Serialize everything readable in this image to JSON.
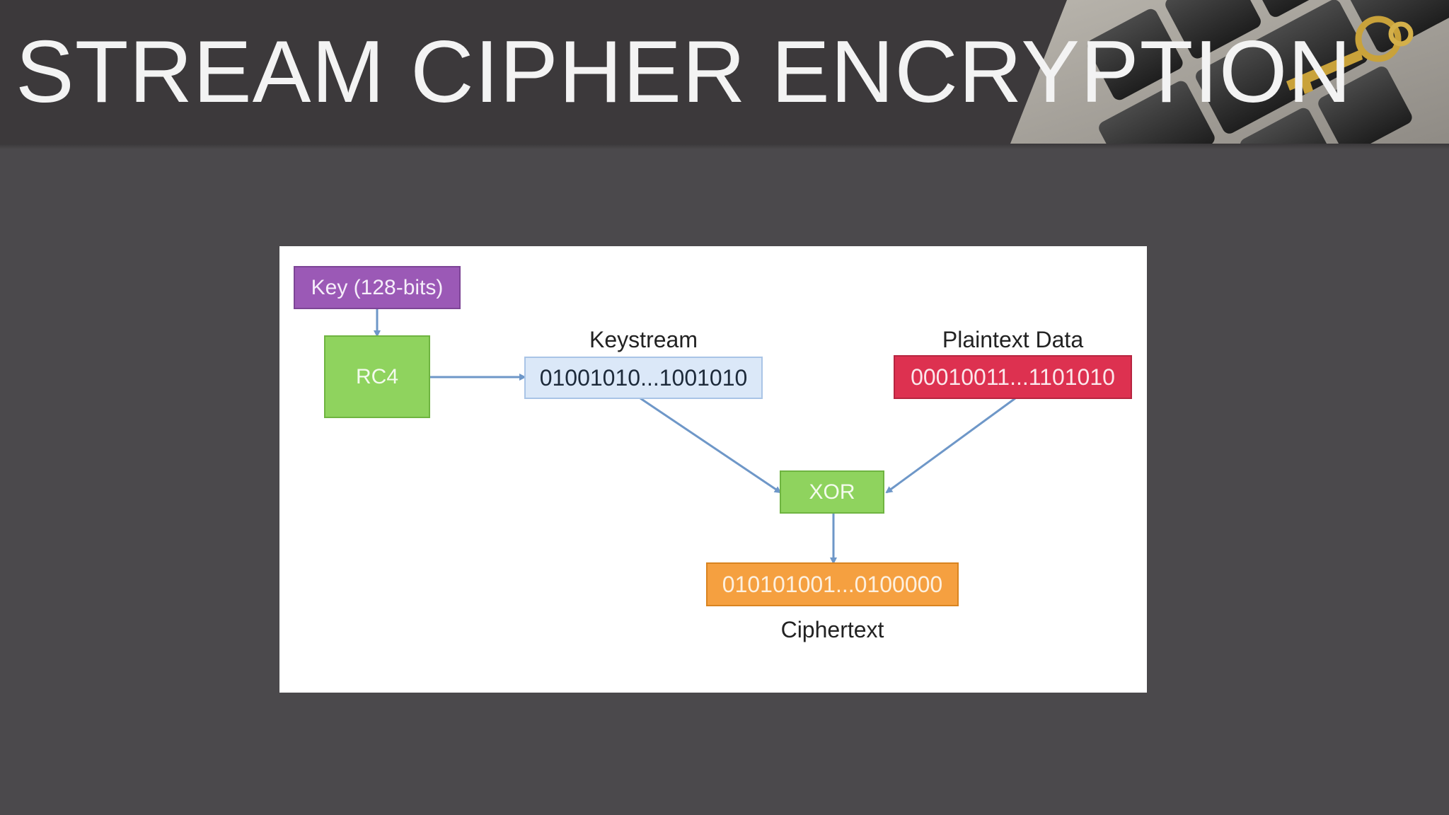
{
  "slide": {
    "title": "STREAM CIPHER ENCRYPTION"
  },
  "diagram": {
    "nodes": {
      "key": {
        "label": "Key (128-bits)"
      },
      "rc4": {
        "label": "RC4"
      },
      "keystream": {
        "label": "01001010...1001010",
        "caption": "Keystream"
      },
      "plaintext": {
        "label": "00010011...1101010",
        "caption": "Plaintext Data"
      },
      "xor": {
        "label": "XOR"
      },
      "ciphertext": {
        "label": "010101001...0100000",
        "caption": "Ciphertext"
      }
    }
  },
  "colors": {
    "background": "#4b494c",
    "header": "#3c393b",
    "key_box": "#9b59b6",
    "rc4_box": "#8fd35e",
    "xor_box": "#8fd35e",
    "keystream_box": "#dbe8f8",
    "plaintext_box": "#dd3150",
    "ciphertext_box": "#f5a040",
    "arrow": "#6e97c8"
  },
  "icons": [
    "keyboard-photo",
    "gold-key-icon"
  ]
}
